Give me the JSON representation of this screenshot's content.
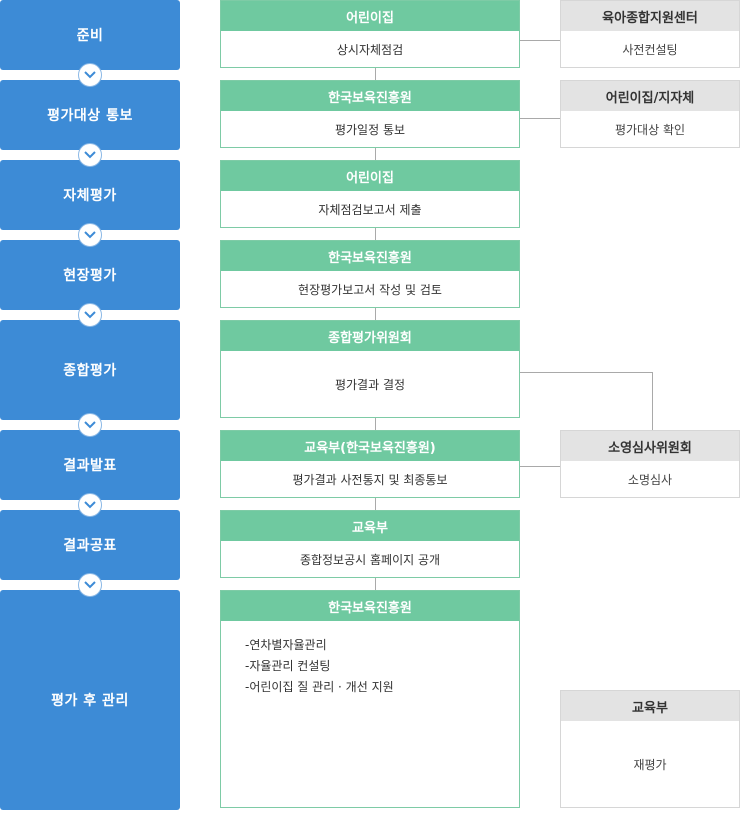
{
  "stages": [
    {
      "label": "준비"
    },
    {
      "label": "평가대상 통보"
    },
    {
      "label": "자체평가"
    },
    {
      "label": "현장평가"
    },
    {
      "label": "종합평가"
    },
    {
      "label": "결과발표"
    },
    {
      "label": "결과공표"
    },
    {
      "label": "평가 후 관리"
    }
  ],
  "steps": [
    {
      "org": "어린이집",
      "task": "상시자체점검"
    },
    {
      "org": "한국보육진흥원",
      "task": "평가일정 통보"
    },
    {
      "org": "어린이집",
      "task": "자체점검보고서 제출"
    },
    {
      "org": "한국보육진흥원",
      "task": "현장평가보고서 작성 및 검토"
    },
    {
      "org": "종합평가위원회",
      "task": "평가결과 결정"
    },
    {
      "org": "교육부(한국보육진흥원)",
      "task": "평가결과 사전통지 및 최종통보"
    },
    {
      "org": "교육부",
      "task": "종합정보공시 홈페이지 공개"
    },
    {
      "org": "한국보육진흥원",
      "tasks": [
        "-연차별자율관리",
        "-자율관리 컨설팅",
        "-어린이집 질 관리 · 개선 지원"
      ]
    }
  ],
  "side_boxes": [
    {
      "org": "육아종합지원센터",
      "task": "사전컨설팅"
    },
    {
      "org": "어린이집/지자체",
      "task": "평가대상 확인"
    },
    {
      "org": "소영심사위원회",
      "task": "소명심사"
    },
    {
      "org": "교육부",
      "task": "재평가"
    }
  ],
  "colors": {
    "stage_blue": "#3d8bd6",
    "step_green": "#6fc9a0",
    "side_grey": "#e3e3e3",
    "connector": "#a9a9a9"
  },
  "icons": {
    "stage_arrow": "chevron-down-icon"
  }
}
